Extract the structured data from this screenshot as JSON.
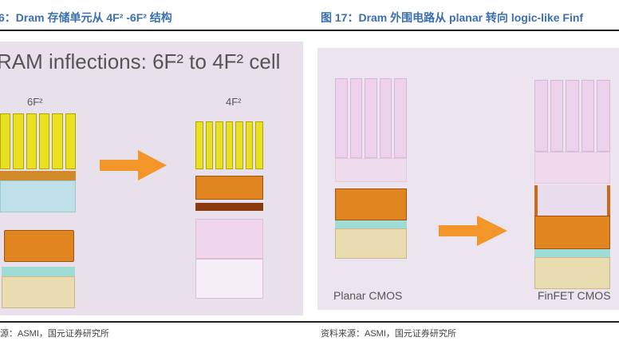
{
  "left": {
    "caption": "6：Dram 存储单元从 4F²  -6F²  结构",
    "slide_title": "RAM inflections: 6F² to 4F² cell",
    "label_6f2": "6F²",
    "label_4f2": "4F²",
    "source": "源：ASMI，国元证券研究所"
  },
  "right": {
    "caption": "图 17：Dram 外围电路从 planar 转向 logic-like Finf",
    "label_planar": "Planar CMOS",
    "label_finfet": "FinFET CMOS",
    "source": "资料来源：ASMI，国元证券研究所"
  },
  "colors": {
    "caption": "#3a6fb0",
    "arrow": "#f2962a",
    "panel": "#e8e0ea"
  }
}
